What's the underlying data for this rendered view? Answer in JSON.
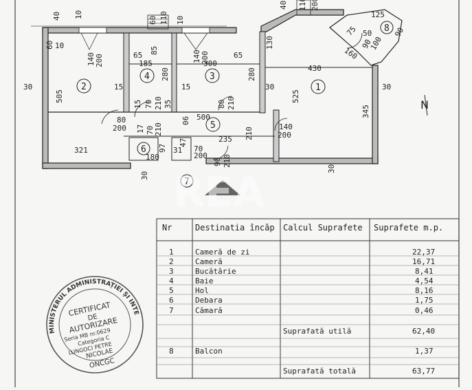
{
  "plan": {
    "rooms": [
      {
        "num": "1"
      },
      {
        "num": "2"
      },
      {
        "num": "3"
      },
      {
        "num": "4"
      },
      {
        "num": "5"
      },
      {
        "num": "6"
      },
      {
        "num": "7"
      },
      {
        "num": "8"
      }
    ],
    "north_label": "N",
    "dimensions": {
      "d_40": "40",
      "d_10a": "10",
      "d_60": "60",
      "d_110": "110",
      "d_10b": "10",
      "d_40b": "40",
      "d_110b": "110",
      "d_200t": "200",
      "d_125": "125",
      "d_75": "75",
      "d_50": "50",
      "d_90s": "90",
      "d_60l": "60",
      "d_10c": "10",
      "d_140a": "140",
      "d_200a": "200",
      "d_65a": "65",
      "d_85": "85",
      "d_140b": "140",
      "d_200b": "200",
      "d_65b": "65",
      "d_130": "130",
      "d_185": "185",
      "d_300": "300",
      "d_430": "430",
      "d_280a": "280",
      "d_280b": "280",
      "d_160": "160",
      "d_90d": "90",
      "d_100": "100",
      "d_30l": "30",
      "d_505": "505",
      "d_15a": "15",
      "d_15b": "15",
      "d_30m": "30",
      "d_525": "525",
      "d_30r": "30",
      "d_15c": "15",
      "d_70a": "70",
      "d_210a": "210",
      "d_35": "35",
      "d_80a": "80",
      "d_210b": "210",
      "d_345": "345",
      "d_500": "500",
      "d_80b": "80",
      "d_200c": "200",
      "d_17": "17",
      "d_70b": "70",
      "d_210c": "210",
      "d_06": "06",
      "d_235": "235",
      "d_140c": "140",
      "d_200d": "200",
      "d_321": "321",
      "d_97": "97",
      "d_47": "47",
      "d_70c": "70",
      "d_200e": "200",
      "d_210d": "210",
      "d_180": "180",
      "d_31": "31",
      "d_90e": "90",
      "d_210e": "210",
      "d_30b1": "30",
      "d_30b2": "30"
    }
  },
  "table": {
    "headers": {
      "nr": "Nr",
      "destinatia": "Destinatia încăp",
      "calcul": "Calcul Suprafete",
      "suprafete": "Suprafete m.p."
    },
    "rows": [
      {
        "nr": "1",
        "name": "Cameră de zi",
        "area": "22,37"
      },
      {
        "nr": "2",
        "name": "Cameră",
        "area": "16,71"
      },
      {
        "nr": "3",
        "name": "Bucătărie",
        "area": "8,41"
      },
      {
        "nr": "4",
        "name": "Baie",
        "area": "4,54"
      },
      {
        "nr": "5",
        "name": "Hol",
        "area": "8,16"
      },
      {
        "nr": "6",
        "name": "Debara",
        "area": "1,75"
      },
      {
        "nr": "7",
        "name": "Cămară",
        "area": "0,46"
      }
    ],
    "useful_label": "Suprafată utilă",
    "useful_value": "62,40",
    "balcony": {
      "nr": "8",
      "name": "Balcon",
      "area": "1,37"
    },
    "total_label": "Suprafată totală",
    "total_value": "63,77"
  },
  "stamp": {
    "arc_text": "MINISTERUL ADMINISTRAȚIEI ȘI INTERNELOR",
    "line1": "CERTIFICAT",
    "line2": "DE",
    "line3": "AUTORIZARE",
    "line4": "Seria MB nr.0629",
    "line5": "Categoria C",
    "line6": "LUNGOCI PETRE",
    "line7": "NICOLAE",
    "line8": "ONCGC"
  },
  "watermark": {
    "text": "REA"
  }
}
